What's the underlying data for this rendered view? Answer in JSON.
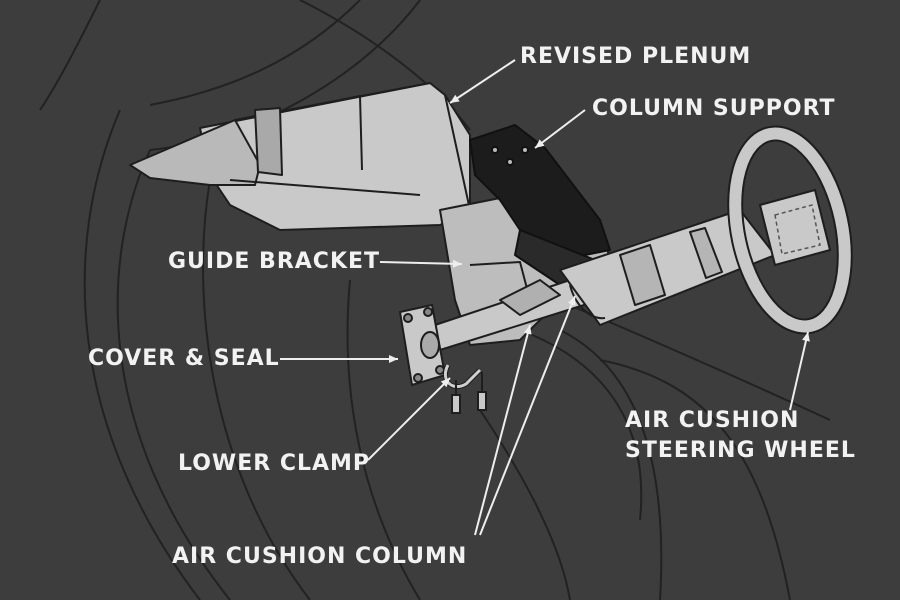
{
  "labels": {
    "revised_plenum": "REVISED PLENUM",
    "column_support": "COLUMN SUPPORT",
    "guide_bracket": "GUIDE BRACKET",
    "cover_seal": "COVER & SEAL",
    "lower_clamp": "LOWER CLAMP",
    "steering_wheel_line1": "AIR CUSHION",
    "steering_wheel_line2": "STEERING WHEEL",
    "air_cushion_column": "AIR CUSHION COLUMN"
  },
  "colors": {
    "background": "#3d3d3d",
    "part_fill": "#c9c9c9",
    "part_stroke": "#1e1e1e",
    "dark_part": "#1c1c1c",
    "label_text": "#f2f2f2",
    "leader_line": "#eeeeee"
  }
}
